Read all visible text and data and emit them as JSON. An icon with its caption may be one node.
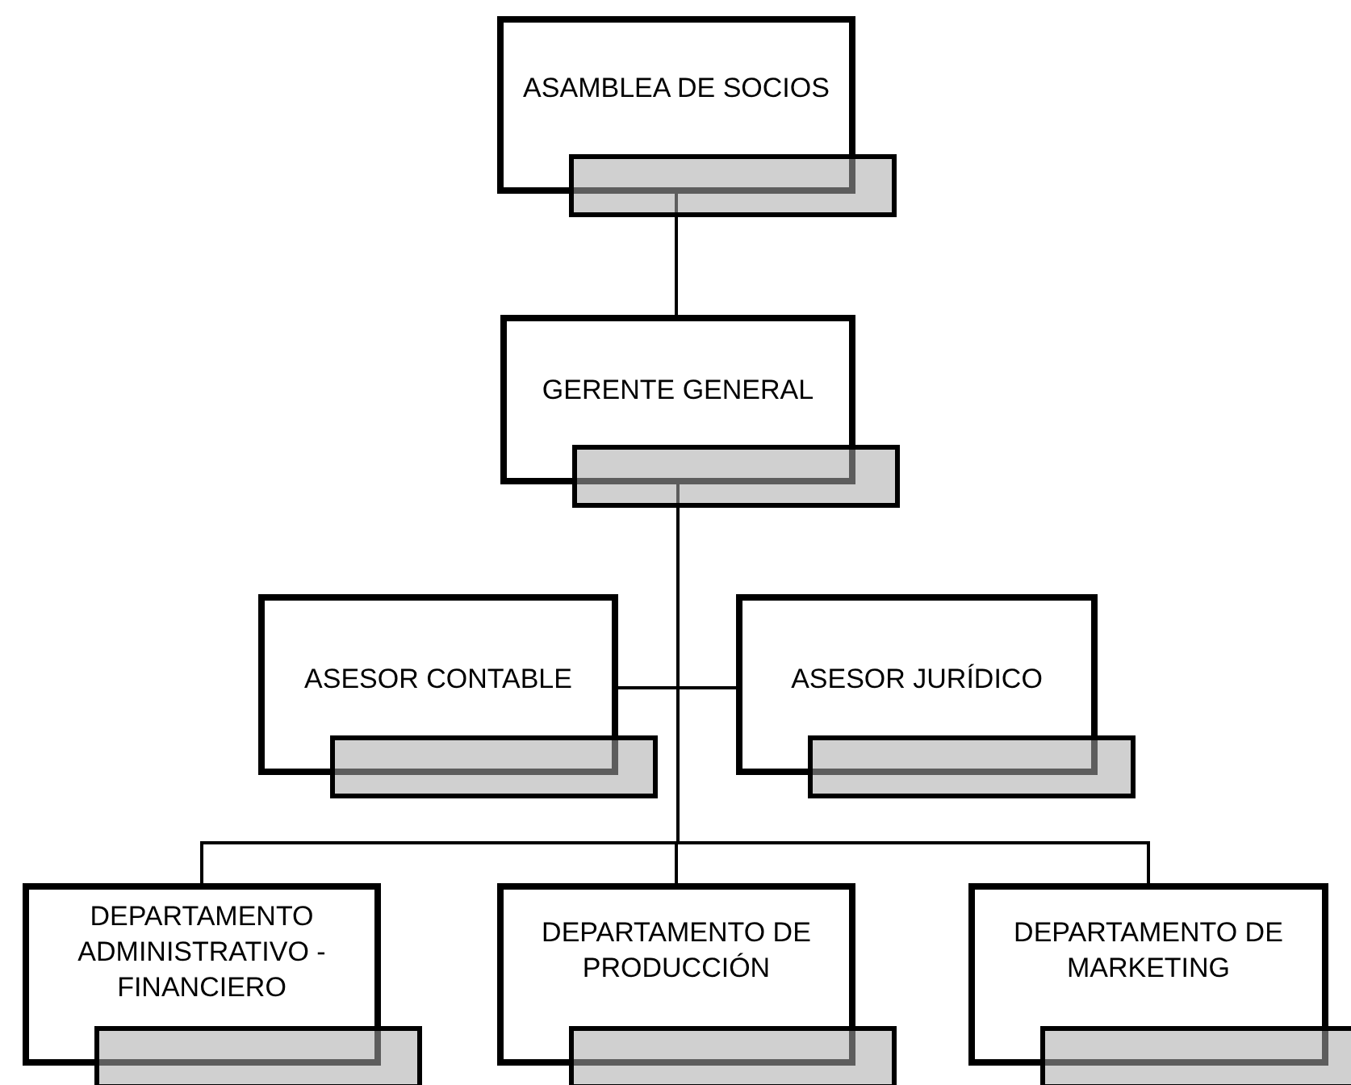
{
  "diagram": {
    "nodes": [
      {
        "text": [
          "ASAMBLEA DE SOCIOS"
        ]
      },
      {
        "text": [
          "GERENTE GENERAL"
        ]
      },
      {
        "text": [
          "ASESOR CONTABLE"
        ]
      },
      {
        "text": [
          "ASESOR JURÍDICO"
        ]
      },
      {
        "text": [
          "DEPARTAMENTO ADMINISTRATIVO - FINANCIERO"
        ]
      },
      {
        "text": [
          "DEPARTAMENTO DE PRODUCCIÓN"
        ]
      },
      {
        "text": [
          "DEPARTAMENTO DE MARKETING"
        ]
      }
    ],
    "edges": [
      {
        "from": 0,
        "to": 1,
        "arrow": "none"
      },
      {
        "from": 1,
        "to": 2,
        "arrow": "none"
      },
      {
        "from": 1,
        "to": 3,
        "arrow": "none"
      },
      {
        "from": 1,
        "to": 4,
        "arrow": "none"
      },
      {
        "from": 1,
        "to": 5,
        "arrow": "none"
      },
      {
        "from": 1,
        "to": 6,
        "arrow": "none"
      }
    ]
  }
}
